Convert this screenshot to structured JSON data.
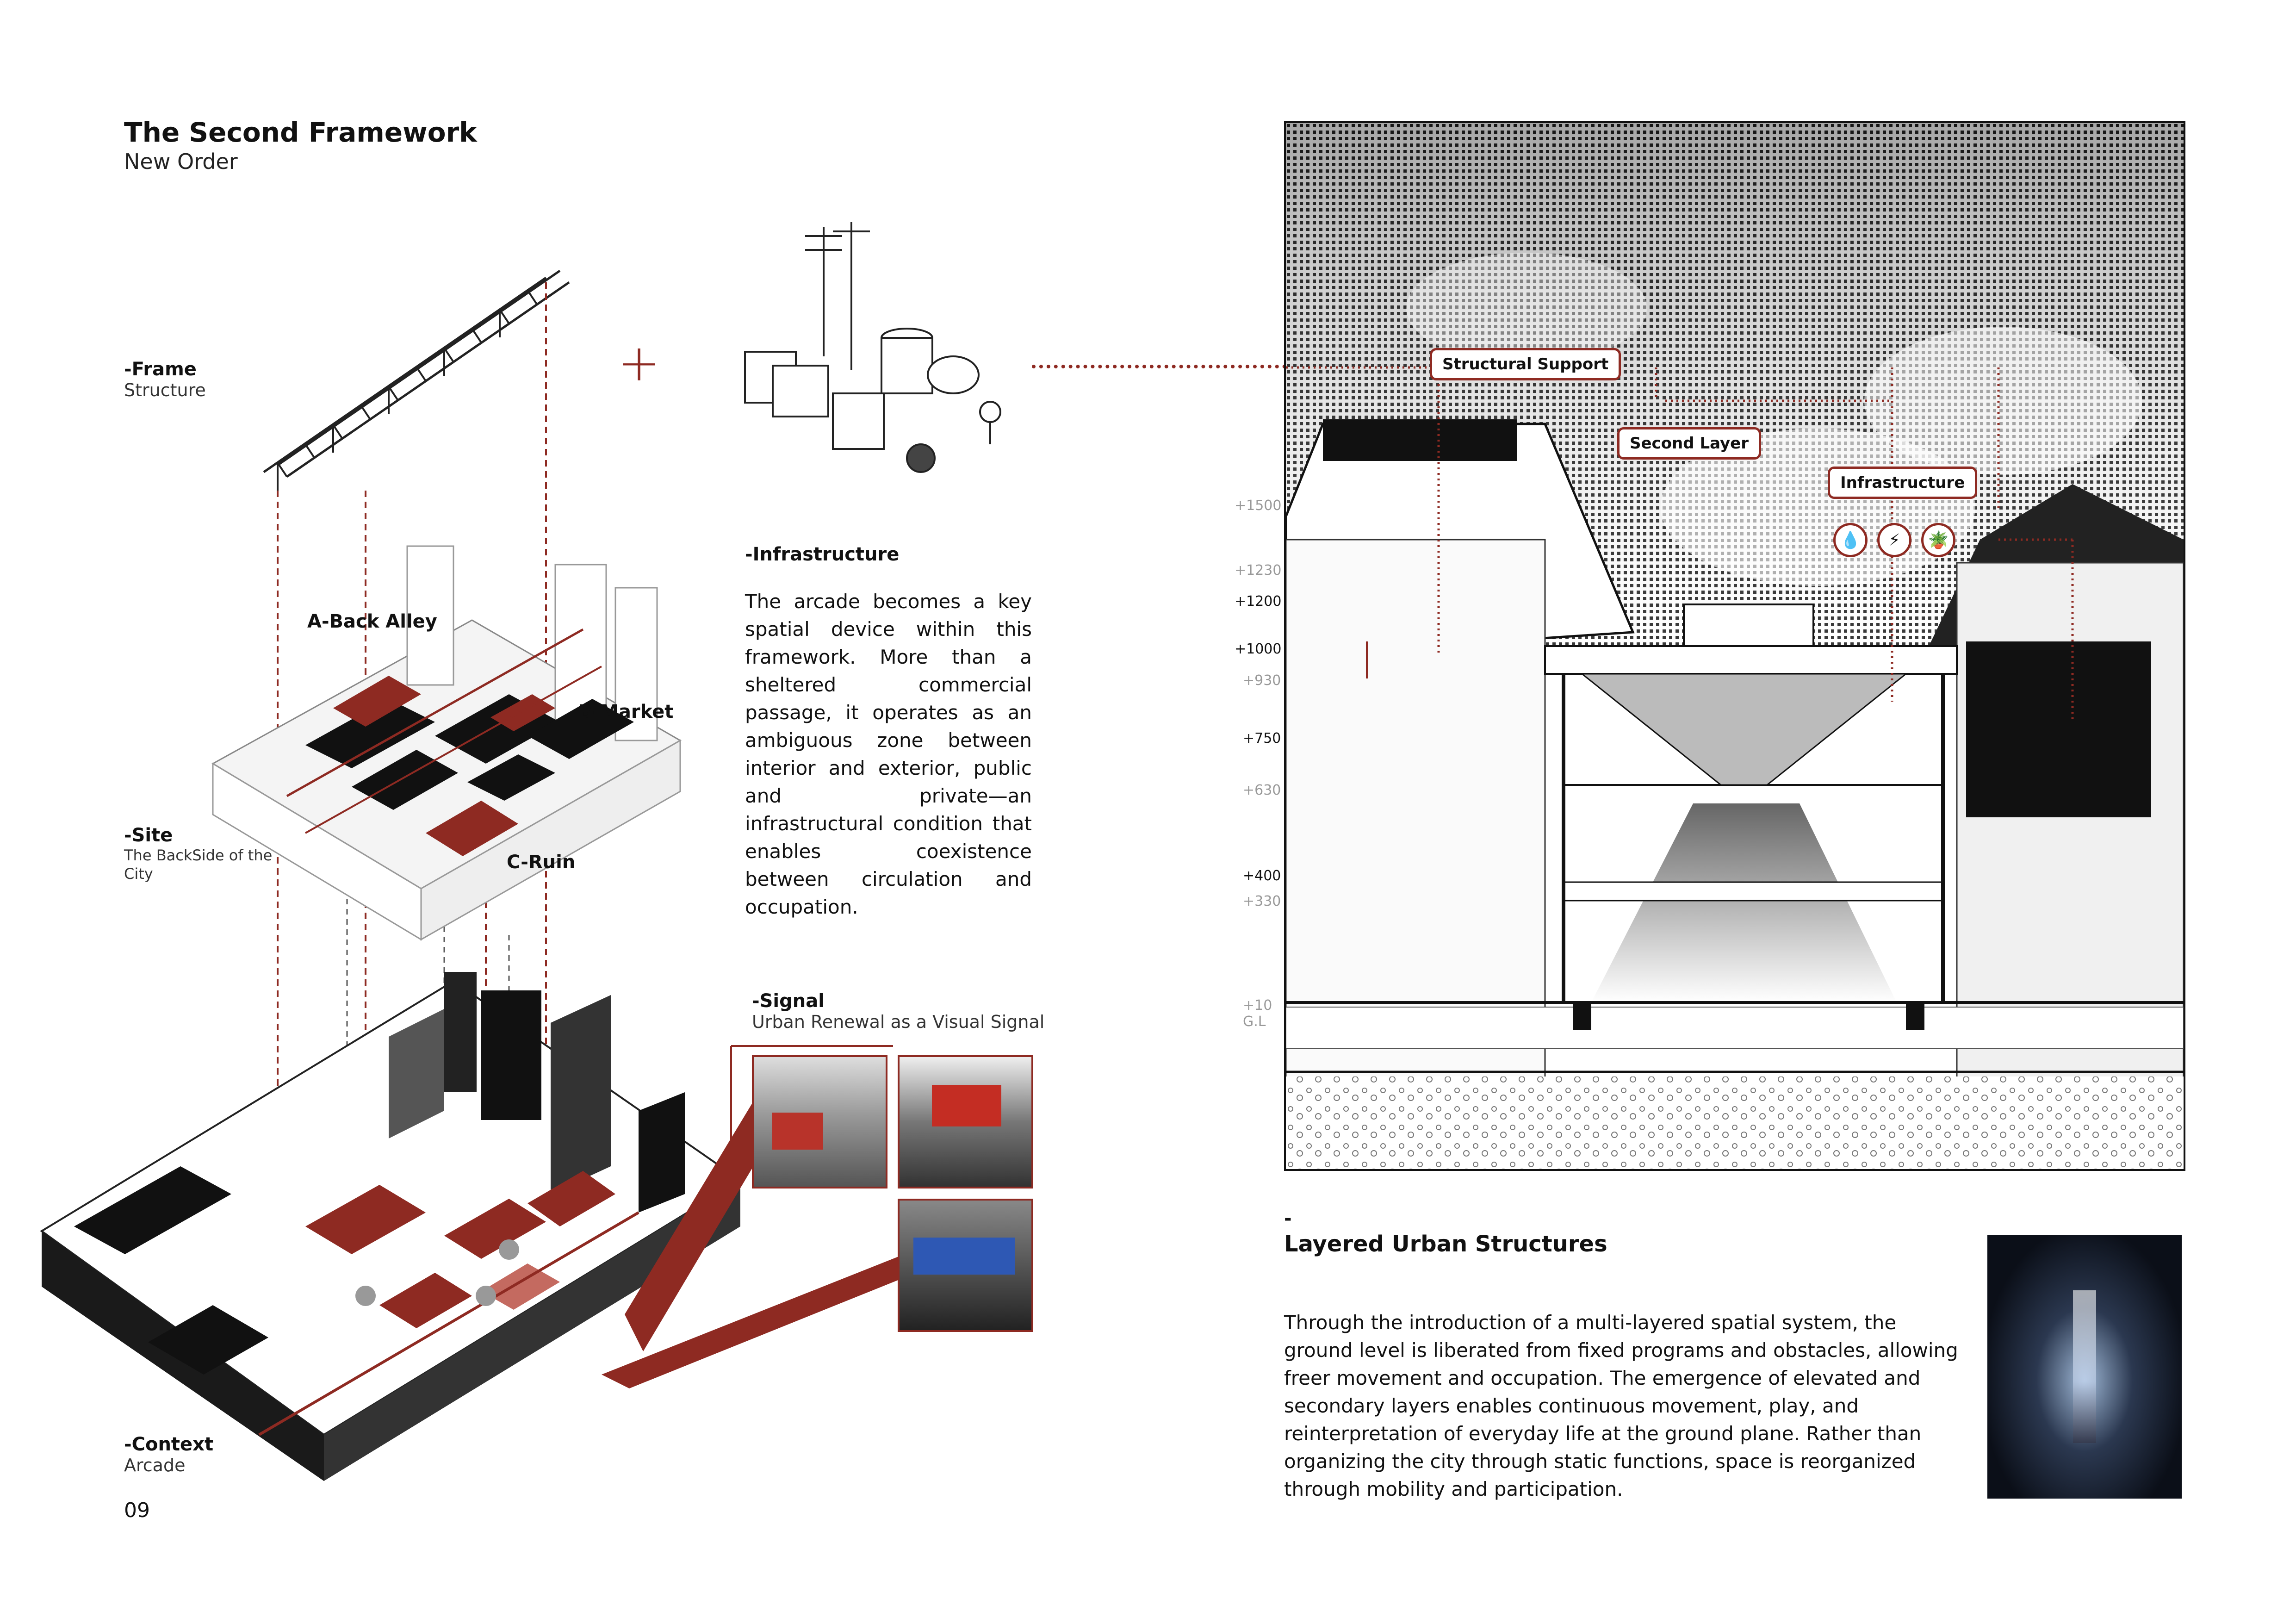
{
  "header": {
    "title": "The Second Framework",
    "subtitle": "New Order"
  },
  "labels": {
    "frame": {
      "title": "-Frame",
      "sub": "Structure"
    },
    "site": {
      "title": "-Site",
      "sub": "The BackSide of the City"
    },
    "context": {
      "title": "-Context",
      "sub": "Arcade"
    },
    "infrastructure": {
      "title": "-Infrastructure"
    },
    "signal": {
      "title": "-Signal",
      "sub": "Urban Renewal as a Visual Signal"
    },
    "back_alley": "A-Back Alley",
    "market": "B-Market",
    "ruin": "C-Ruin",
    "plus": "+"
  },
  "infrastructure_text": "The arcade becomes a key spatial device within this framework. More than a sheltered commercial passage, it operates as an ambiguous zone between interior and exterior, public and private—an infrastructural condition that enables coexistence between circulation and occupation.",
  "page_number": "09",
  "section": {
    "callouts": [
      "Structural Support",
      "Second Layer",
      "Infrastructure"
    ],
    "elevations": [
      {
        "label": "+1500",
        "grey": true
      },
      {
        "label": "+1230",
        "grey": true
      },
      {
        "label": "+1200",
        "grey": false
      },
      {
        "label": "+1000",
        "grey": false
      },
      {
        "label": "+930",
        "grey": true
      },
      {
        "label": "+750",
        "grey": false
      },
      {
        "label": "+630",
        "grey": true
      },
      {
        "label": "+400",
        "grey": false
      },
      {
        "label": "+330",
        "grey": true
      },
      {
        "label": "+10",
        "grey": true
      },
      {
        "label": "G.L",
        "grey": true
      }
    ],
    "icons": [
      "water-drop-icon",
      "lightning-icon",
      "plant-pot-icon"
    ]
  },
  "layered": {
    "dash": "-",
    "title": "Layered Urban Structures",
    "text": "Through the introduction of a multi-layered spatial system, the ground level is liberated from fixed programs and obstacles, allowing freer movement and occupation. The emergence of elevated and secondary layers enables continuous movement, play, and reinterpretation of everyday life at the ground plane. Rather than organizing the city through static functions, space is reorganized through mobility and participation."
  },
  "colors": {
    "accent": "#8e2a22",
    "ink": "#111111"
  }
}
